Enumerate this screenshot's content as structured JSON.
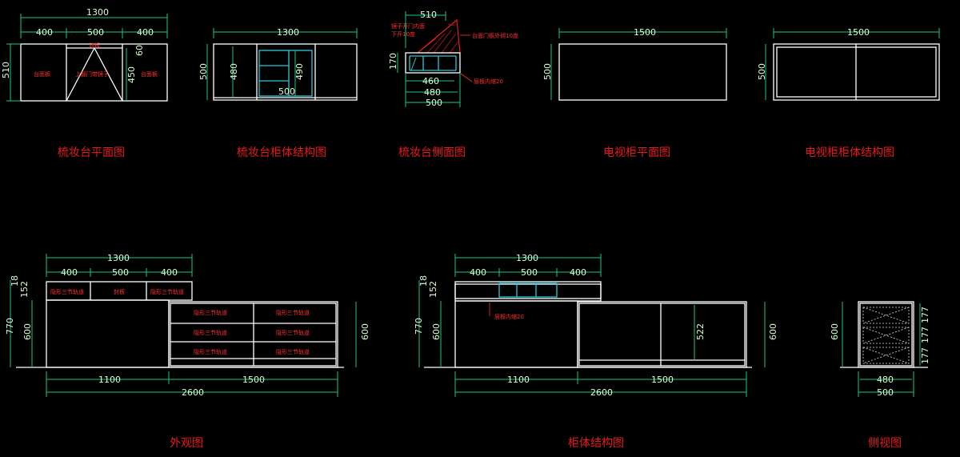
{
  "titles": {
    "vanity_plan": "梳妆台平面图",
    "vanity_structure": "梳妆台柜体结构图",
    "vanity_side": "梳妆台侧面图",
    "tv_plan": "电视柜平面图",
    "tv_structure": "电视柜柜体结构图",
    "exterior": "外观图",
    "cabinet_structure": "柜体结构图",
    "side_view": "侧视图"
  },
  "dims": {
    "d1300": "1300",
    "d400": "400",
    "d500": "500",
    "d510": "510",
    "d450": "450",
    "d60": "60",
    "d480": "480",
    "d490": "490",
    "d1500": "1500",
    "d170": "170",
    "d460": "460",
    "d18": "18",
    "d152": "152",
    "d770": "770",
    "d600": "600",
    "d1100": "1100",
    "d2600": "2600",
    "d522": "522",
    "d177": "177",
    "d20": "20"
  },
  "labels": {
    "countertop": "台面板",
    "top_panel": "封板",
    "flip_mirror": "上翻门带镜子",
    "drawer": "隐形三节轨道",
    "shelf": "层板内缩20",
    "door_angle": "台面门板外倾10度",
    "side_note_a": "镜子开门内面",
    "side_note_b": "下开10度"
  },
  "colors": {
    "background": "#000000",
    "lines": "#ffffff",
    "dimension": "#19c88a",
    "title": "#e8191e",
    "annotation": "#ff3030",
    "accent": "#2fc8d8"
  }
}
